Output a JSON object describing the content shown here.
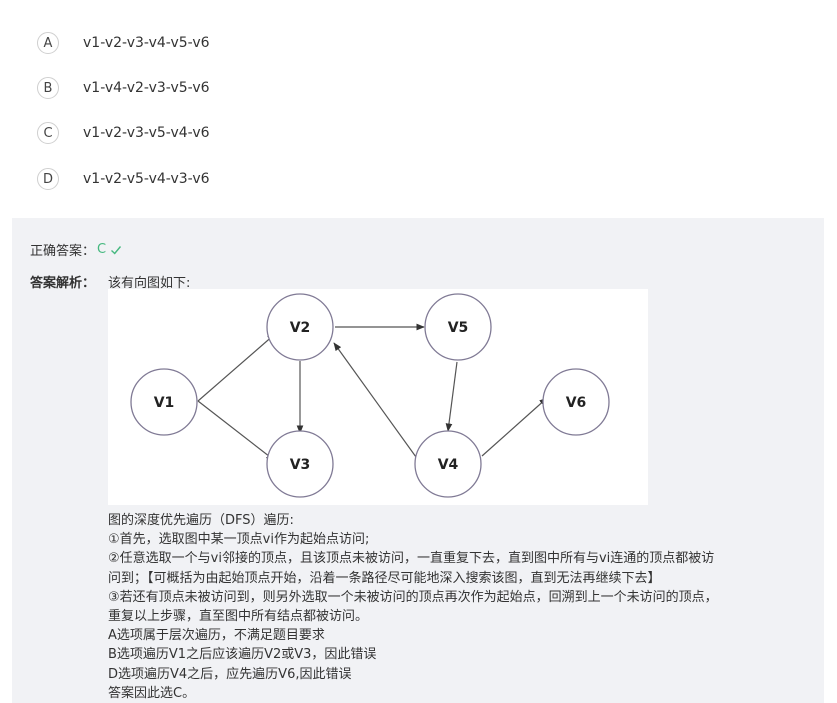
{
  "options": [
    {
      "letter": "A",
      "text": "v1-v2-v3-v4-v5-v6"
    },
    {
      "letter": "B",
      "text": "v1-v4-v2-v3-v5-v6"
    },
    {
      "letter": "C",
      "text": "v1-v2-v3-v5-v4-v6"
    },
    {
      "letter": "D",
      "text": "v1-v2-v5-v4-v3-v6"
    }
  ],
  "answer": {
    "label": "正确答案：",
    "value": "C",
    "icon": "check-icon",
    "color": "#45b87f"
  },
  "explanation": {
    "label": "答案解析：",
    "intro": "该有向图如下:",
    "graph": {
      "nodes": [
        "V1",
        "V2",
        "V3",
        "V4",
        "V5",
        "V6"
      ],
      "edges": [
        [
          "V1",
          "V2"
        ],
        [
          "V1",
          "V3"
        ],
        [
          "V2",
          "V3"
        ],
        [
          "V2",
          "V5"
        ],
        [
          "V5",
          "V4"
        ],
        [
          "V4",
          "V2"
        ],
        [
          "V4",
          "V6"
        ]
      ]
    },
    "lines": [
      "图的深度优先遍历（DFS）遍历:",
      "①首先，选取图中某一顶点vi作为起始点访问;",
      "②任意选取一个与vi邻接的顶点，且该顶点未被访问，一直重复下去，直到图中所有与vi连通的顶点都被访",
      "问到；【可概括为由起始顶点开始，沿着一条路径尽可能地深入搜索该图，直到无法再继续下去】",
      "③若还有顶点未被访问到，则另外选取一个未被访问的顶点再次作为起始点，回溯到上一个未访问的顶点，",
      "重复以上步骤，直至图中所有结点都被访问。",
      "A选项属于层次遍历，不满足题目要求",
      "B选项遍历V1之后应该遍历V2或V3，因此错误",
      "D选项遍历V4之后，应先遍历V6,因此错误",
      "答案因此选C。"
    ]
  }
}
